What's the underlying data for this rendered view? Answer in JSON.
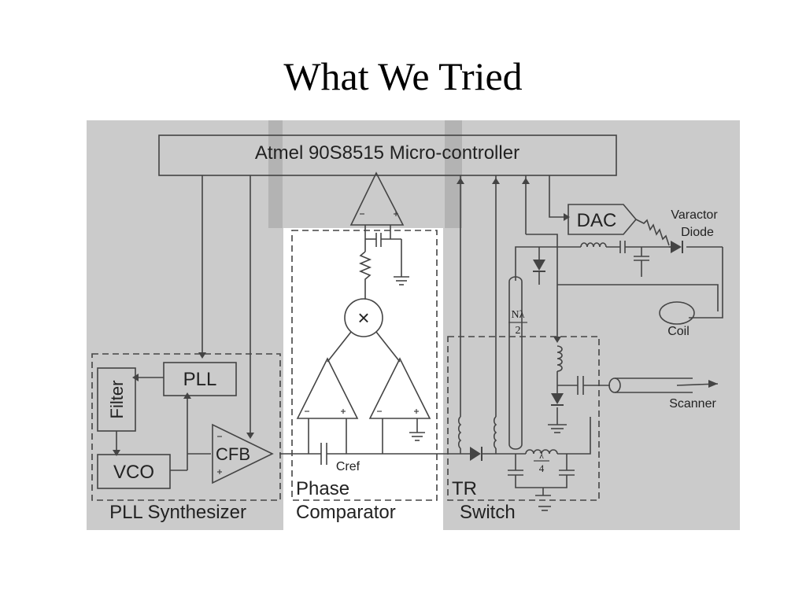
{
  "slide": {
    "title": "What We Tried"
  },
  "diagram": {
    "microcontroller": "Atmel 90S8515 Micro-controller",
    "dac": "DAC",
    "varactor_line1": "Varactor",
    "varactor_line2": "Diode",
    "coil": "Coil",
    "scanner": "Scanner",
    "pll": "PLL",
    "filter": "Filter",
    "vco": "VCO",
    "cfb": "CFB",
    "cref": "Cref",
    "pll_section": "PLL Synthesizer",
    "phase_line1": "Phase",
    "phase_line2": "Comparator",
    "tr_line1": "TR",
    "tr_line2": "Switch",
    "nlambda_num": "Nλ",
    "nlambda_den": "2",
    "quarter_num": "λ",
    "quarter_den": "4",
    "multiplier": "×"
  }
}
